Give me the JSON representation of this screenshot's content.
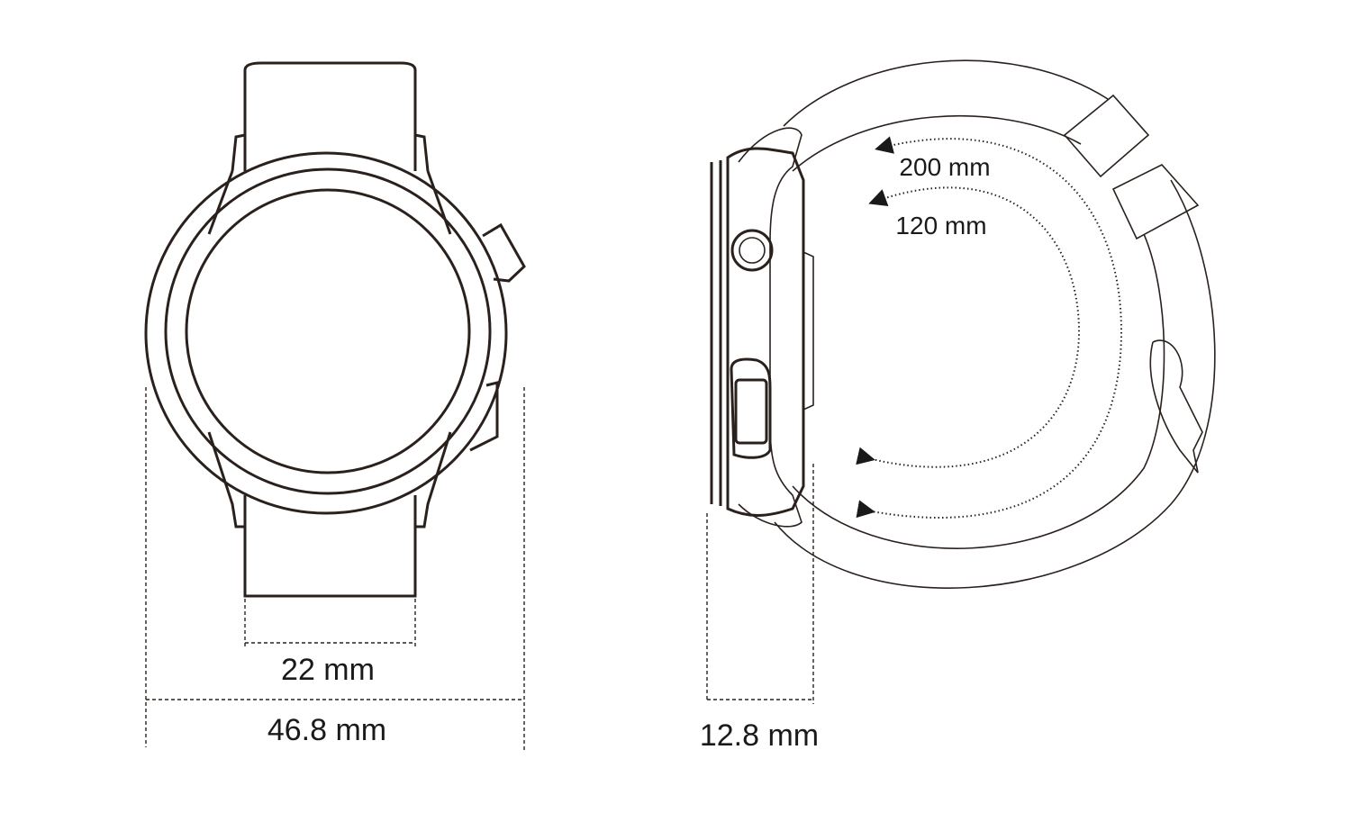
{
  "front_view": {
    "band_width_label": "22 mm",
    "case_width_label": "46.8 mm"
  },
  "side_view": {
    "thickness_label": "12.8 mm",
    "max_wrist_label": "200 mm",
    "min_wrist_label": "120 mm"
  },
  "colors": {
    "line": "#2a211d",
    "background": "#ffffff"
  }
}
